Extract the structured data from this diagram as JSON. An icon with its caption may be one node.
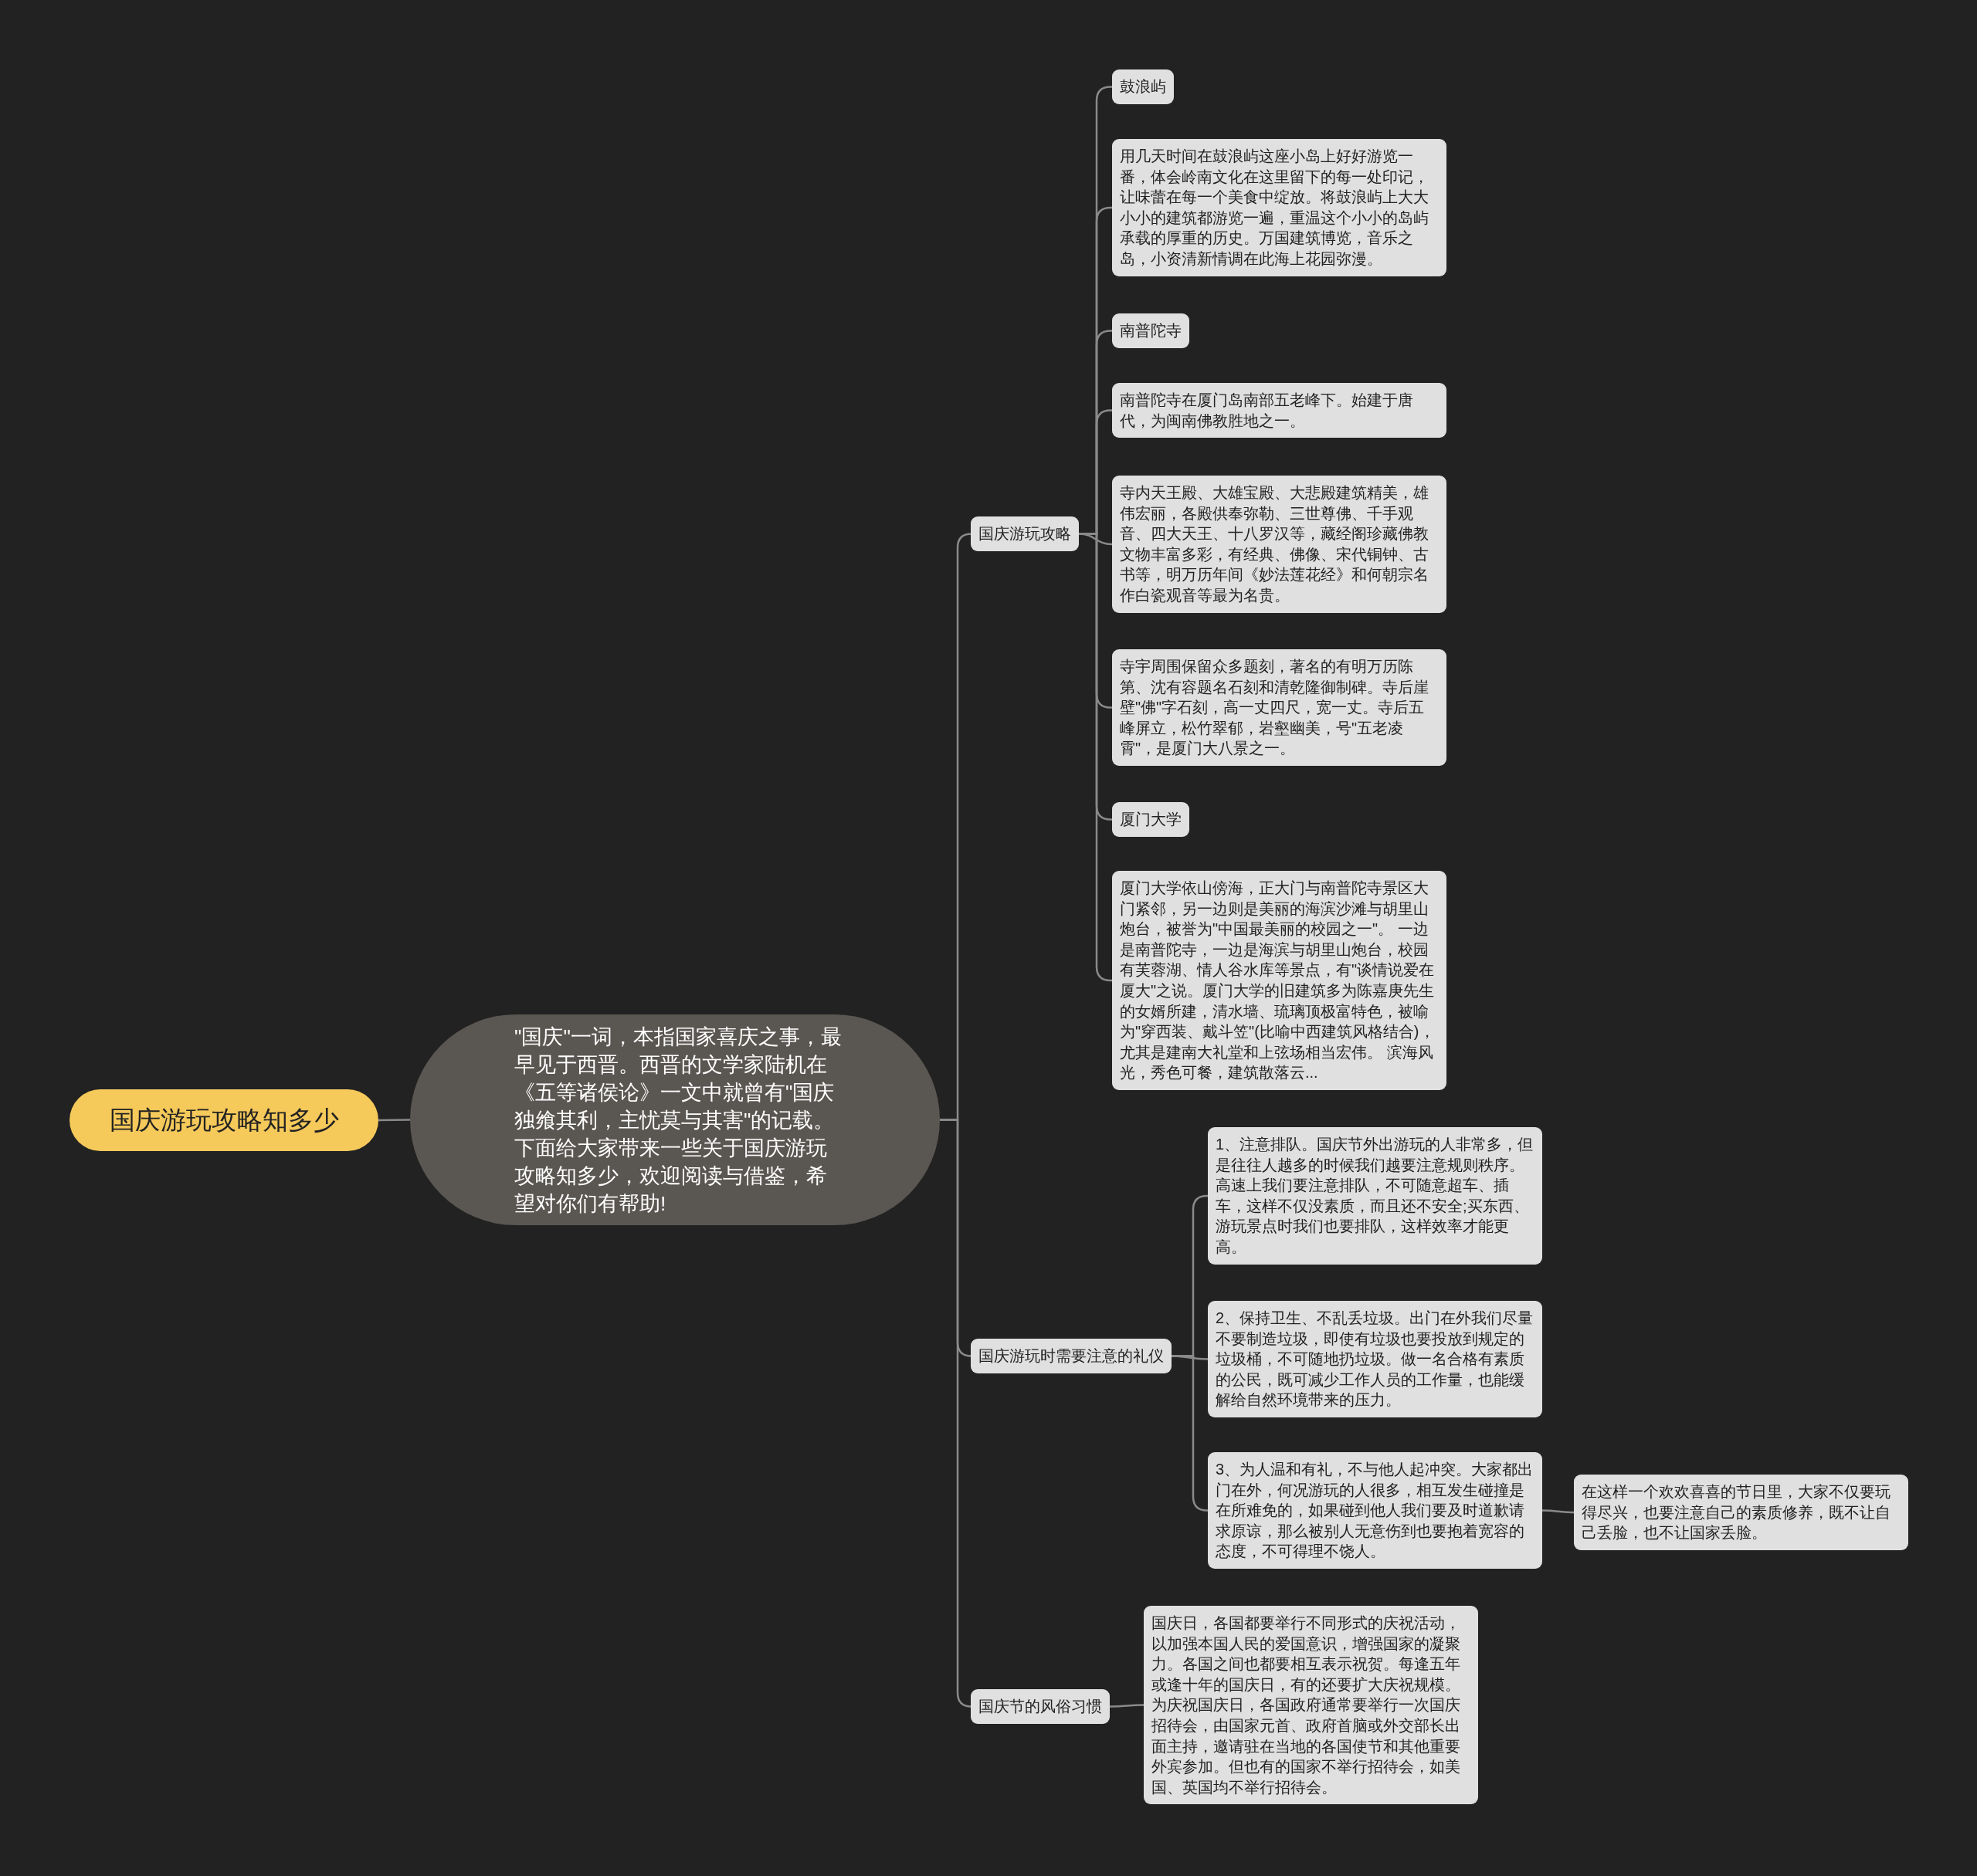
{
  "diagram": {
    "nodes": [
      {
        "text": [
          "国庆游玩攻略知多少"
        ]
      },
      {
        "text": [
          "\"国庆\"一词，本指国家喜庆之事，最早见于西晋。西晋的文学家陆机在《五等诸侯论》一文中就曾有\"国庆独飨其利，主忧莫与其害\"的记载。下面给大家带来一些关于国庆游玩攻略知多少，欢迎阅读与借鉴，希望对你们有帮助!"
        ]
      },
      {
        "text": [
          "国庆游玩攻略"
        ]
      },
      {
        "text": [
          "鼓浪屿"
        ]
      },
      {
        "text": [
          "用几天时间在鼓浪屿这座小岛上好好游览一番，体会岭南文化在这里留下的每一处印记，让味蕾在每一个美食中绽放。将鼓浪屿上大大小小的建筑都游览一遍，重温这个小小的岛屿承载的厚重的历史。万国建筑博览，音乐之岛，小资清新情调在此海上花园弥漫。"
        ]
      },
      {
        "text": [
          "南普陀寺"
        ]
      },
      {
        "text": [
          "南普陀寺在厦门岛南部五老峰下。始建于唐代，为闽南佛教胜地之一。"
        ]
      },
      {
        "text": [
          "寺内天王殿、大雄宝殿、大悲殿建筑精美，雄伟宏丽，各殿供奉弥勒、三世尊佛、千手观音、四大天王、十八罗汉等，藏经阁珍藏佛教文物丰富多彩，有经典、佛像、宋代铜钟、古书等，明万历年间《妙法莲花经》和何朝宗名作白瓷观音等最为名贵。"
        ]
      },
      {
        "text": [
          "寺宇周围保留众多题刻，著名的有明万历陈第、沈有容题名石刻和清乾隆御制碑。寺后崖壁\"佛\"字石刻，高一丈四尺，宽一丈。寺后五峰屏立，松竹翠郁，岩壑幽美，号\"五老凌霄\"，是厦门大八景之一。"
        ]
      },
      {
        "text": [
          "厦门大学"
        ]
      },
      {
        "text": [
          "厦门大学依山傍海，正大门与南普陀寺景区大门紧邻，另一边则是美丽的海滨沙滩与胡里山炮台，被誉为\"中国最美丽的校园之一\"。 一边是南普陀寺，一边是海滨与胡里山炮台，校园有芙蓉湖、情人谷水库等景点，有\"谈情说爱在厦大\"之说。厦门大学的旧建筑多为陈嘉庚先生的女婿所建，清水墙、琉璃顶极富特色，被喻为\"穿西装、戴斗笠\"(比喻中西建筑风格结合)，尤其是建南大礼堂和上弦场相当宏伟。 滨海风光，秀色可餐，建筑散落云..."
        ]
      },
      {
        "text": [
          "国庆游玩时需要注意的礼仪"
        ]
      },
      {
        "text": [
          "1、注意排队。国庆节外出游玩的人非常多，但是往往人越多的时候我们越要注意规则秩序。高速上我们要注意排队，不可随意超车、插车，这样不仅没素质，而且还不安全;买东西、游玩景点时我们也要排队，这样效率才能更高。"
        ]
      },
      {
        "text": [
          "2、保持卫生、不乱丢垃圾。出门在外我们尽量不要制造垃圾，即使有垃圾也要投放到规定的垃圾桶，不可随地扔垃圾。做一名合格有素质的公民，既可减少工作人员的工作量，也能缓解给自然环境带来的压力。"
        ]
      },
      {
        "text": [
          "3、为人温和有礼，不与他人起冲突。大家都出门在外，何况游玩的人很多，相互发生碰撞是在所难免的，如果碰到他人我们要及时道歉请求原谅，那么被别人无意伤到也要抱着宽容的态度，不可得理不饶人。"
        ]
      },
      {
        "text": [
          "在这样一个欢欢喜喜的节日里，大家不仅要玩得尽兴，也要注意自己的素质修养，既不让自己丢脸，也不让国家丢脸。"
        ]
      },
      {
        "text": [
          "国庆节的风俗习惯"
        ]
      },
      {
        "text": [
          "国庆日，各国都要举行不同形式的庆祝活动，以加强本国人民的爱国意识，增强国家的凝聚力。各国之间也都要相互表示祝贺。每逢五年或逢十年的国庆日，有的还要扩大庆祝规模。为庆祝国庆日，各国政府通常要举行一次国庆招待会，由国家元首、政府首脑或外交部长出面主持，邀请驻在当地的各国使节和其他重要外宾参加。但也有的国家不举行招待会，如美国、英国均不举行招待会。"
        ]
      }
    ],
    "edges": [
      {
        "from": 0,
        "to": 1,
        "arrow": "none"
      },
      {
        "from": 1,
        "to": 2,
        "arrow": "none"
      },
      {
        "from": 1,
        "to": 11,
        "arrow": "none"
      },
      {
        "from": 1,
        "to": 16,
        "arrow": "none"
      },
      {
        "from": 2,
        "to": 3,
        "arrow": "none"
      },
      {
        "from": 2,
        "to": 4,
        "arrow": "none"
      },
      {
        "from": 2,
        "to": 5,
        "arrow": "none"
      },
      {
        "from": 2,
        "to": 6,
        "arrow": "none"
      },
      {
        "from": 2,
        "to": 7,
        "arrow": "none"
      },
      {
        "from": 2,
        "to": 8,
        "arrow": "none"
      },
      {
        "from": 2,
        "to": 9,
        "arrow": "none"
      },
      {
        "from": 2,
        "to": 10,
        "arrow": "none"
      },
      {
        "from": 11,
        "to": 12,
        "arrow": "none"
      },
      {
        "from": 11,
        "to": 13,
        "arrow": "none"
      },
      {
        "from": 11,
        "to": 14,
        "arrow": "none"
      },
      {
        "from": 14,
        "to": 15,
        "arrow": "none"
      },
      {
        "from": 16,
        "to": 17,
        "arrow": "none"
      }
    ]
  }
}
